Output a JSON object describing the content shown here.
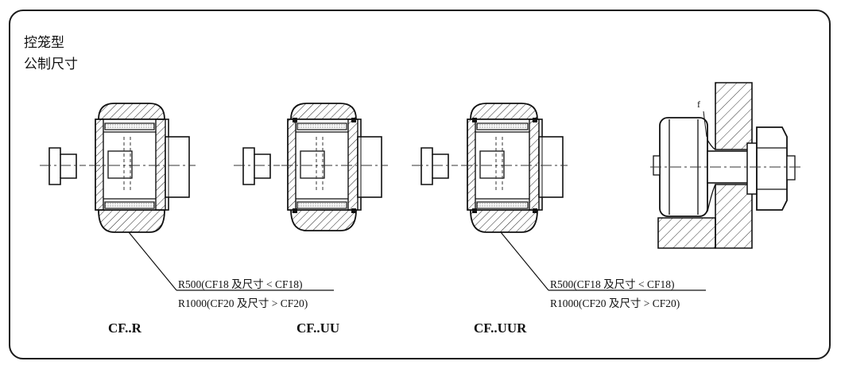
{
  "header": {
    "line1": "控笼型",
    "line2": "公制尺寸"
  },
  "models": [
    {
      "label": "CF..R"
    },
    {
      "label": "CF..UU"
    },
    {
      "label": "CF..UUR"
    }
  ],
  "notes": {
    "left": {
      "top": "R500(CF18 及尺寸 < CF18)",
      "bottom": "R1000(CF20 及尺寸 > CF20)"
    },
    "right": {
      "top": "R500(CF18 及尺寸 < CF18)",
      "bottom": "R1000(CF20 及尺寸 > CF20)"
    }
  },
  "mounting": {
    "fillet_mark": "f"
  }
}
